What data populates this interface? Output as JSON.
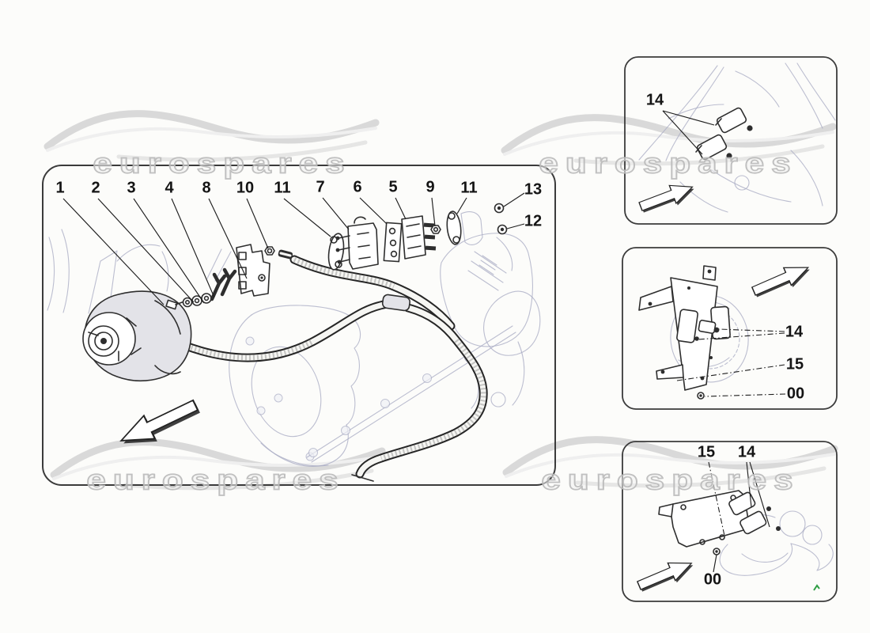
{
  "watermark": {
    "text": "eurospares"
  },
  "colors": {
    "dark_line": "#2e2e2e",
    "light_line": "#a9acc4",
    "frame": "#3b3b3b",
    "watermark_gray": "#bababa",
    "accent_green": "#2e9e44"
  },
  "main_panel": {
    "name": "alternator-and-cables-exploded-view",
    "callouts": [
      {
        "label": "1"
      },
      {
        "label": "2"
      },
      {
        "label": "3"
      },
      {
        "label": "4"
      },
      {
        "label": "8"
      },
      {
        "label": "10"
      },
      {
        "label": "11"
      },
      {
        "label": "7"
      },
      {
        "label": "6"
      },
      {
        "label": "5"
      },
      {
        "label": "9"
      },
      {
        "label": "11"
      },
      {
        "label": "13"
      },
      {
        "label": "12"
      }
    ]
  },
  "inset_panels": [
    {
      "name": "top-right-detail",
      "callouts": [
        {
          "label": "14"
        }
      ]
    },
    {
      "name": "middle-right-detail",
      "callouts": [
        {
          "label": "14"
        },
        {
          "label": "15"
        },
        {
          "label": "00"
        }
      ]
    },
    {
      "name": "bottom-right-detail",
      "callouts": [
        {
          "label": "15"
        },
        {
          "label": "14"
        },
        {
          "label": "00"
        }
      ]
    }
  ]
}
